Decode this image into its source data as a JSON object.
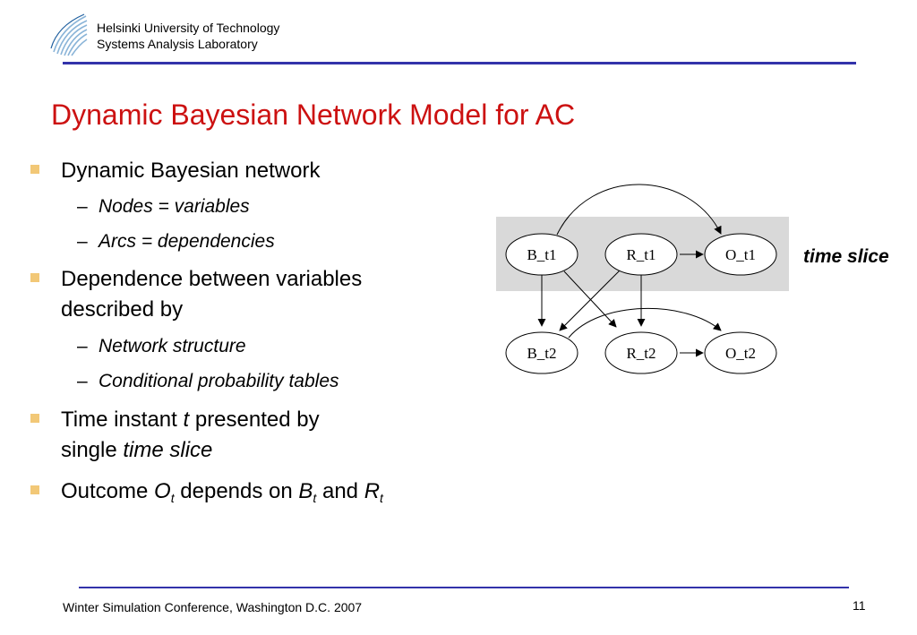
{
  "header": {
    "institution": "Helsinki University of Technology",
    "lab": "Systems Analysis Laboratory"
  },
  "slide": {
    "title": "Dynamic Bayesian Network Model for AC",
    "bullets": [
      {
        "text": "Dynamic Bayesian network"
      },
      {
        "text": "Nodes = variables"
      },
      {
        "text": "Arcs = dependencies"
      },
      {
        "line1": "Dependence between variables",
        "line2": "described by"
      },
      {
        "text": "Network structure"
      },
      {
        "text": "Conditional probability tables"
      },
      {
        "part1": "Time instant ",
        "var": "t",
        "part2": " presented by",
        "line2a": "single ",
        "line2b": "time slice"
      },
      {
        "part1": "Outcome ",
        "o": "O",
        "o_sub": "t",
        "part2": " depends on ",
        "b": "B",
        "b_sub": "t",
        "part3": " and ",
        "r": "R",
        "r_sub": "t"
      }
    ]
  },
  "diagram": {
    "nodes": {
      "b_t1": "B_t1",
      "r_t1": "R_t1",
      "o_t1": "O_t1",
      "b_t2": "B_t2",
      "r_t2": "R_t2",
      "o_t2": "O_t2"
    },
    "edges": [
      [
        "B_t1",
        "O_t1"
      ],
      [
        "R_t1",
        "O_t1"
      ],
      [
        "B_t1",
        "B_t2"
      ],
      [
        "B_t1",
        "R_t2"
      ],
      [
        "R_t1",
        "R_t2"
      ],
      [
        "R_t1",
        "B_t2"
      ],
      [
        "B_t2",
        "O_t2"
      ],
      [
        "R_t2",
        "O_t2"
      ]
    ],
    "slice_label": "time slice",
    "slice_color": "#d9d9d9"
  },
  "footer": {
    "conference": "Winter Simulation Conference, Washington D.C. 2007",
    "page": "11"
  },
  "colors": {
    "title": "#cc1111",
    "rule": "#3333aa",
    "bullet": "#f2c877"
  }
}
